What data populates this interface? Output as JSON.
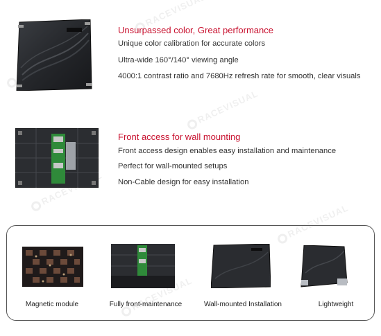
{
  "features": [
    {
      "title": "Unsurpassed color, Great performance",
      "lines": [
        "Unique color calibration for accurate colors",
        "Ultra-wide 160°/140° viewing angle",
        "4000:1 contrast ratio and 7680Hz refresh rate for smooth, clear visuals"
      ]
    },
    {
      "title": "Front access for wall mounting",
      "lines": [
        "Front access design enables easy installation and maintenance",
        "Perfect for wall-mounted setups",
        "Non-Cable design for easy installation"
      ]
    }
  ],
  "gallery": [
    {
      "label": "Magnetic module"
    },
    {
      "label": "Fully front-maintenance"
    },
    {
      "label": "Wall-mounted Installation"
    },
    {
      "label": "Lightweight"
    }
  ],
  "watermark": "RACEVISUAL",
  "colors": {
    "accent": "#c8102e",
    "text": "#333333",
    "border": "#555555"
  }
}
